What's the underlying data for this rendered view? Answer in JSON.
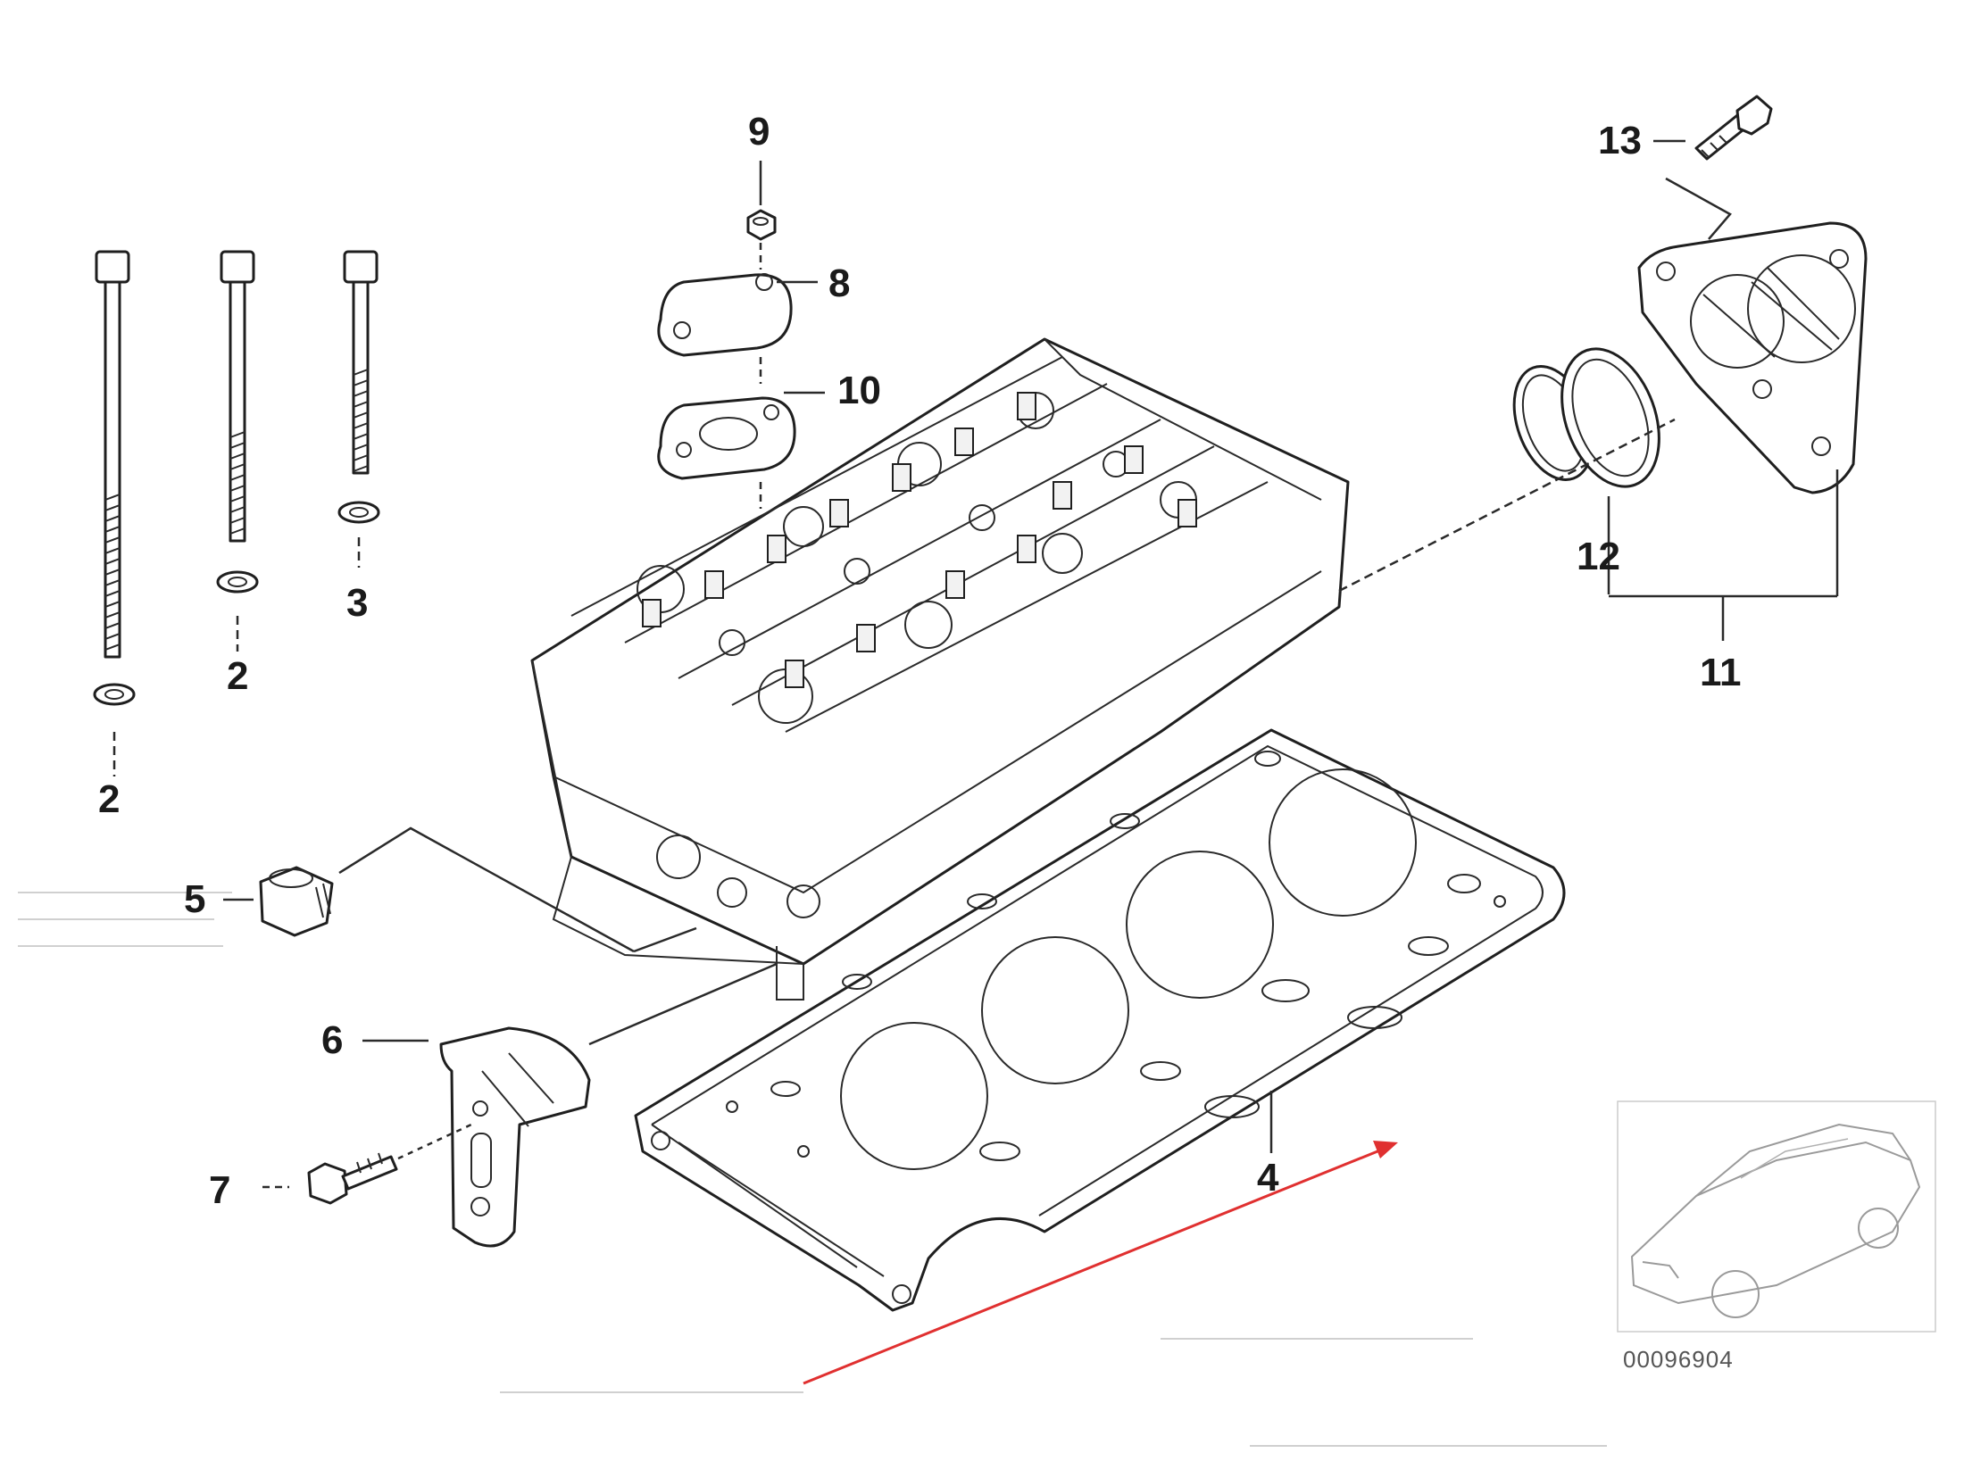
{
  "callouts": {
    "c1": "2",
    "c2": "2",
    "c3": "3",
    "c4": "4",
    "c5": "5",
    "c6": "6",
    "c7": "7",
    "c8": "8",
    "c9": "9",
    "c10": "10",
    "c11": "11",
    "c12": "12",
    "c13": "13"
  },
  "reference_number": "00096904",
  "colors": {
    "line": "#1f1f1f",
    "arrow": "#e03030",
    "ghost": "#d0d0d0"
  },
  "parts": [
    "bolt-long-icon",
    "bolt-medium-icon",
    "bolt-short-icon",
    "washer-icon",
    "cylinder-head-icon",
    "head-gasket-icon",
    "plug-screw-icon",
    "bracket-icon",
    "hex-bolt-icon",
    "nut-icon",
    "cover-plate-icon",
    "gasket-plate-icon",
    "cover-housing-icon",
    "o-ring-icon",
    "car-thumbnail-icon"
  ]
}
